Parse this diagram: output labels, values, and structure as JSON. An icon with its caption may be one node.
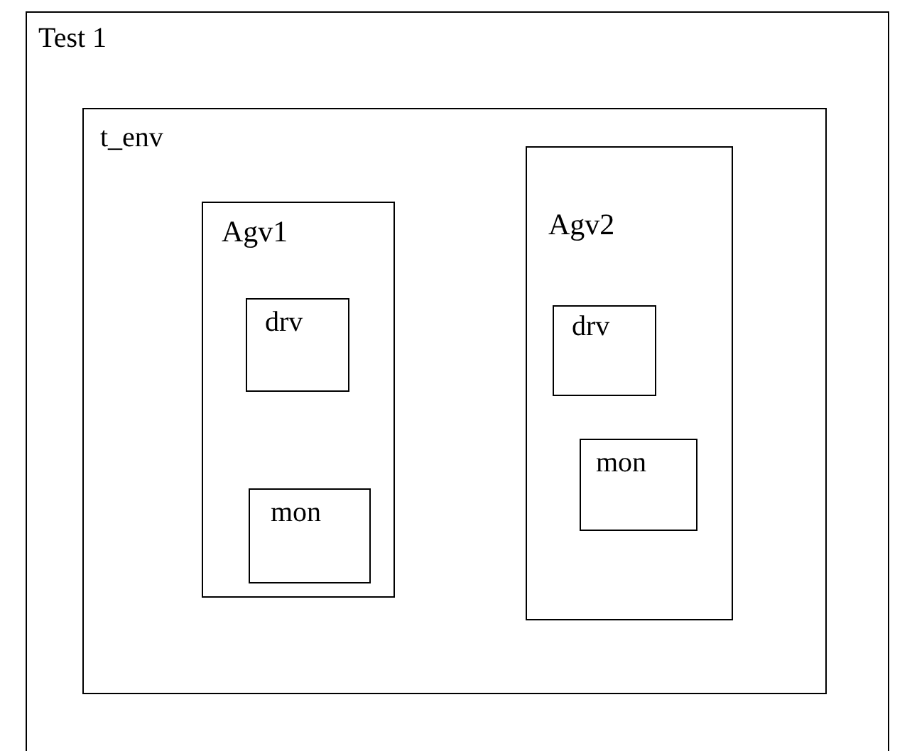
{
  "diagram": {
    "nodes": [
      {
        "text": [
          "Test 1"
        ]
      },
      {
        "text": [
          "t_env"
        ],
        "in": 0
      },
      {
        "text": [
          "Agv1"
        ],
        "in": 1
      },
      {
        "text": [
          "drv"
        ],
        "in": 2
      },
      {
        "text": [
          "mon"
        ],
        "in": 2
      },
      {
        "text": [
          "Agv2"
        ],
        "in": 1
      },
      {
        "text": [
          "drv"
        ],
        "in": 5
      },
      {
        "text": [
          "mon"
        ],
        "in": 5
      }
    ]
  }
}
